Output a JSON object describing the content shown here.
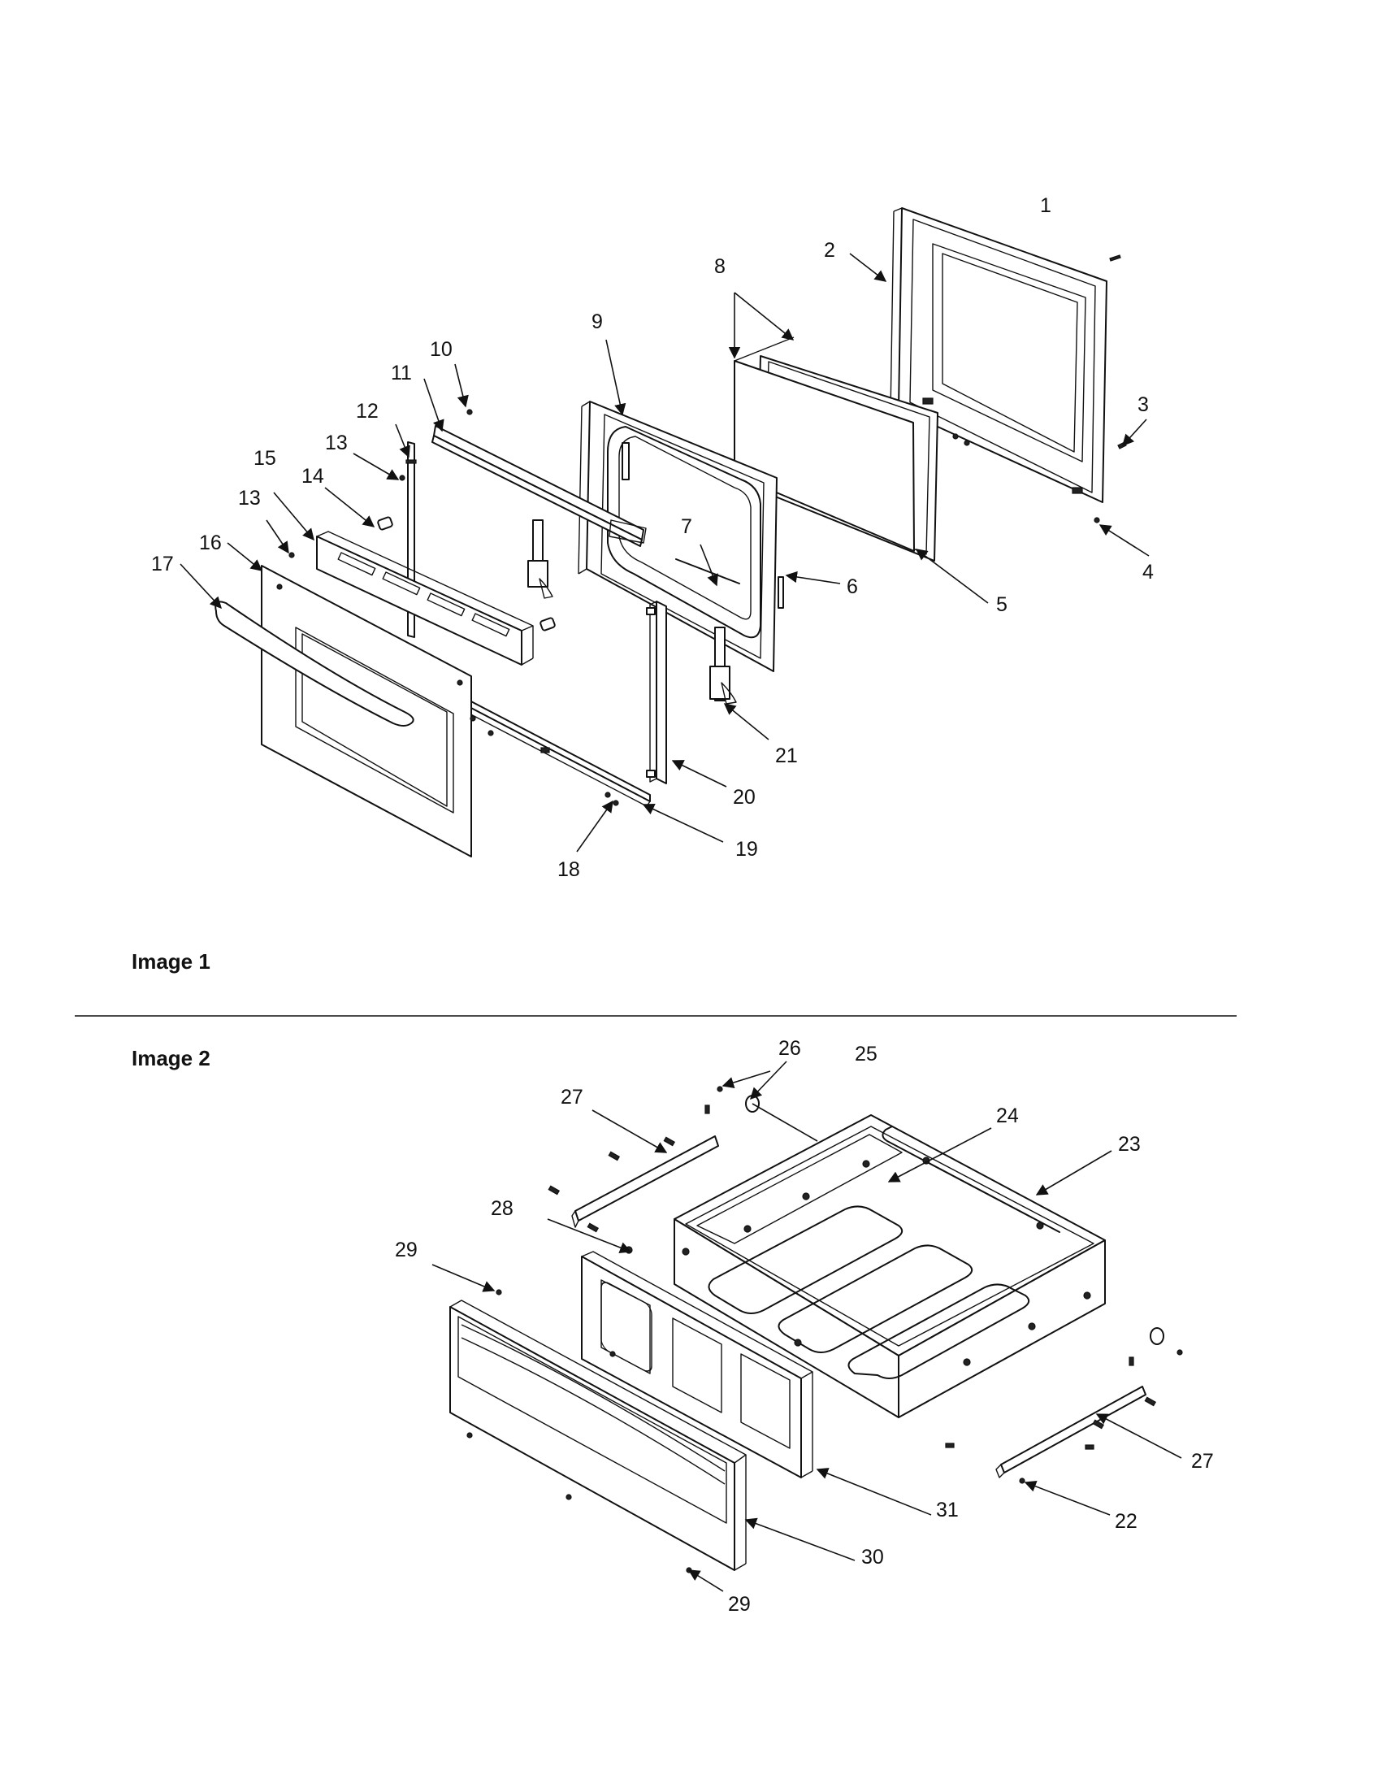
{
  "captions": {
    "image1": "Image 1",
    "image2": "Image 2"
  },
  "image1": {
    "callouts": [
      "1",
      "2",
      "3",
      "4",
      "5",
      "6",
      "7",
      "8",
      "9",
      "10",
      "11",
      "12",
      "13",
      "13",
      "14",
      "15",
      "16",
      "17",
      "18",
      "19",
      "20",
      "21"
    ]
  },
  "image2": {
    "callouts": [
      "22",
      "23",
      "24",
      "25",
      "26",
      "27",
      "27",
      "28",
      "29",
      "29",
      "30",
      "31"
    ]
  }
}
